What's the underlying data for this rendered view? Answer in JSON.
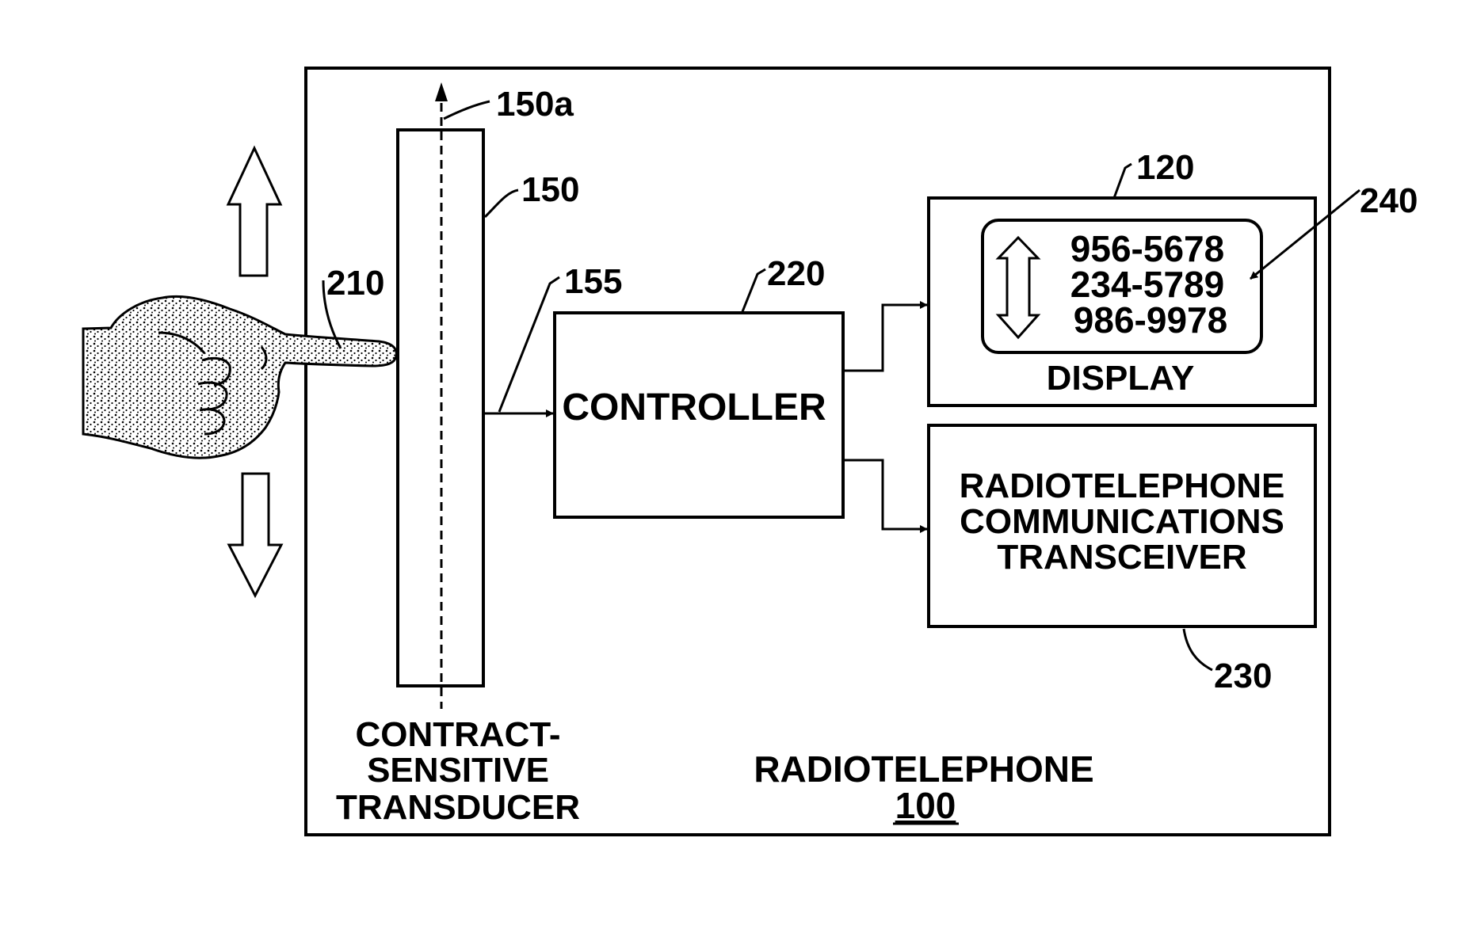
{
  "labels": {
    "ref_150a": "150a",
    "ref_150": "150",
    "ref_210": "210",
    "ref_155": "155",
    "ref_220": "220",
    "ref_120": "120",
    "ref_240": "240",
    "ref_230": "230"
  },
  "controller": {
    "label": "CONTROLLER"
  },
  "display": {
    "label": "DISPLAY",
    "numbers": [
      "956-5678",
      "234-5789",
      "986-9978"
    ]
  },
  "transceiver": {
    "lines": [
      "RADIOTELEPHONE",
      "COMMUNICATIONS",
      "TRANSCEIVER"
    ]
  },
  "transducer": {
    "lines": [
      "CONTRACT-",
      "SENSITIVE",
      "TRANSDUCER"
    ]
  },
  "device": {
    "label": "RADIOTELEPHONE",
    "number": "100"
  },
  "colors": {
    "ink": "#000000",
    "paper": "#ffffff"
  },
  "icons": [
    "up-arrow-icon",
    "down-arrow-icon",
    "pointing-hand-icon",
    "scroll-arrow-icon"
  ]
}
